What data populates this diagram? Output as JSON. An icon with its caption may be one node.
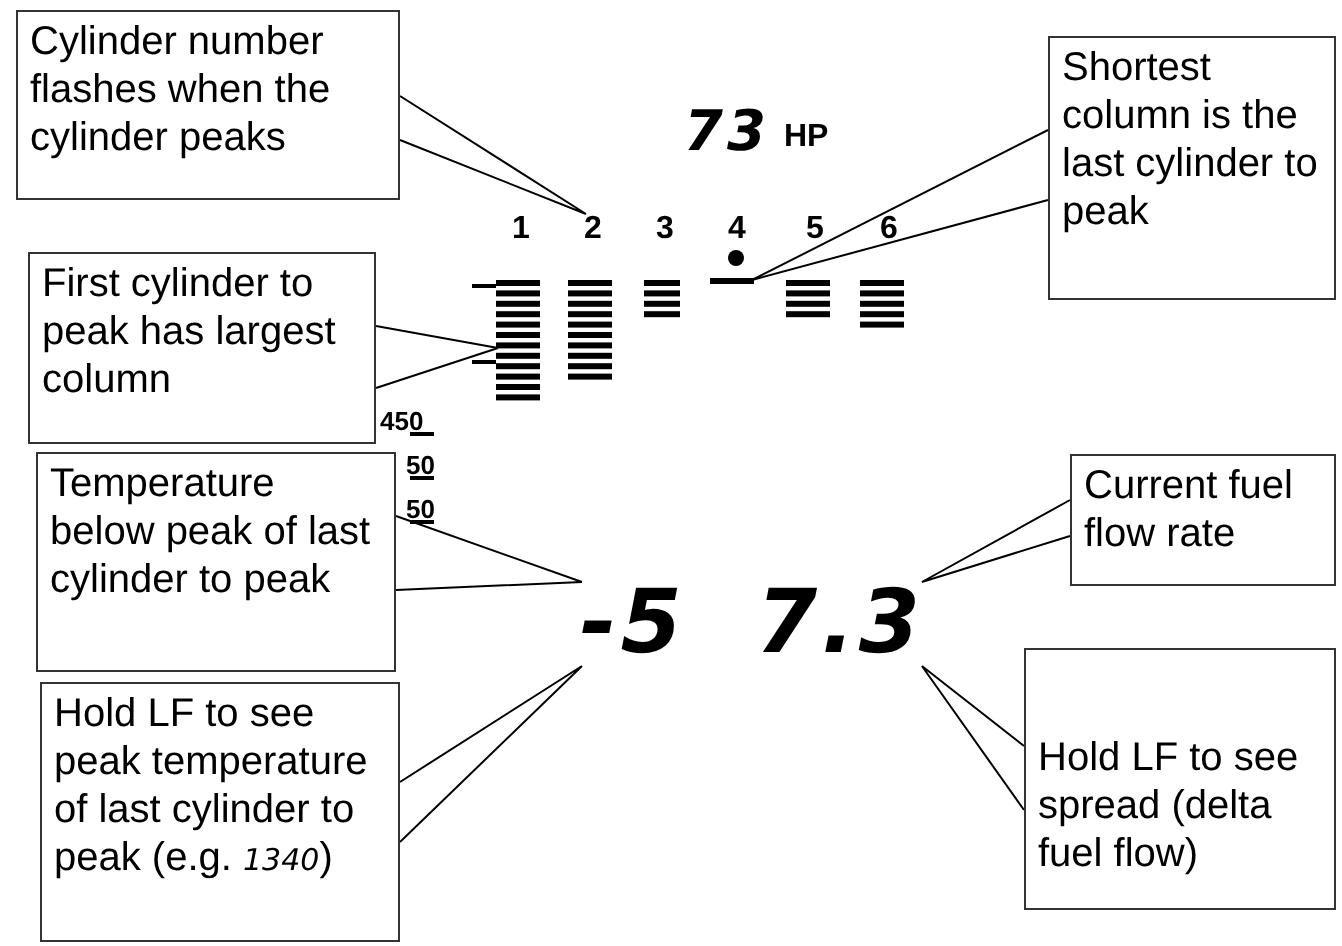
{
  "diagram": {
    "nodes": [
      {
        "text": [
          "Cylinder number flashes when the cylinder peaks"
        ]
      },
      {
        "text": [
          "2"
        ]
      },
      {
        "text": [
          "First cylinder to peak has largest column"
        ]
      },
      {
        "text": [],
        "shape": "bar"
      },
      {
        "text": [
          "Shortest column is the last cylinder to peak"
        ]
      },
      {
        "text": [],
        "shape": "bar"
      },
      {
        "text": [
          "Temperature below peak of last cylinder to peak"
        ]
      },
      {
        "text": [
          "-5"
        ]
      },
      {
        "text": [
          "Hold LF to see peak temperature of last cylinder to peak (e.g. *1340*)"
        ]
      },
      {
        "text": [
          "Current fuel flow rate"
        ]
      },
      {
        "text": [
          "7.3"
        ]
      },
      {
        "text": [
          "Hold LF to see spread (delta fuel flow)"
        ]
      }
    ],
    "edges": [
      {
        "from": 0,
        "to": 1,
        "arrow": "none"
      },
      {
        "from": 2,
        "to": 3,
        "arrow": "none"
      },
      {
        "from": 4,
        "to": 5,
        "arrow": "none"
      },
      {
        "from": 6,
        "to": 7,
        "arrow": "none"
      },
      {
        "from": 8,
        "to": 7,
        "arrow": "none"
      },
      {
        "from": 9,
        "to": 10,
        "arrow": "none"
      },
      {
        "from": 11,
        "to": 10,
        "arrow": "none"
      }
    ],
    "labels": [
      "73",
      "HP",
      "1",
      "3",
      "4",
      "5",
      "6",
      "450",
      "50",
      "50"
    ]
  }
}
